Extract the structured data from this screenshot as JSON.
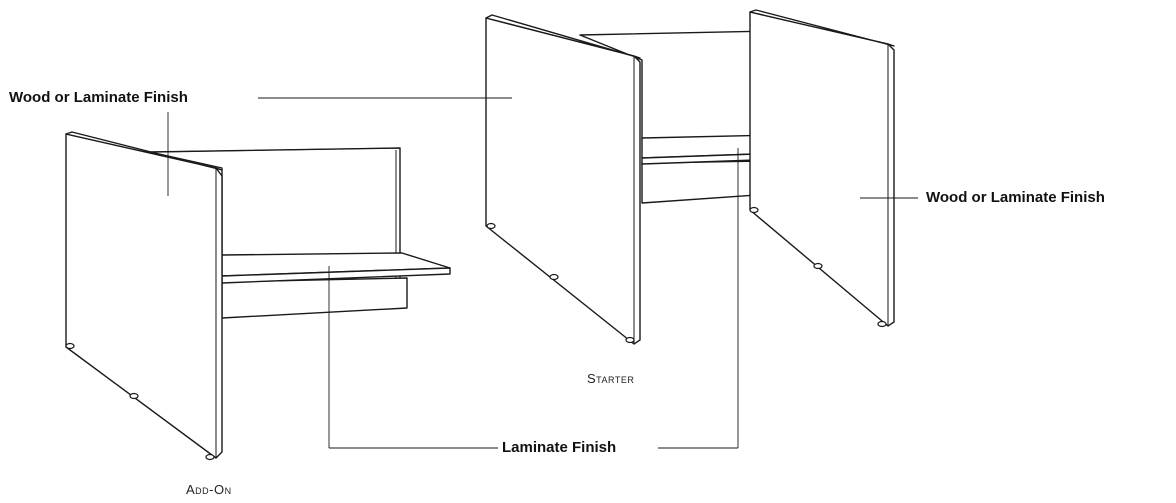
{
  "labels": {
    "finish_left": "Wood or Laminate Finish",
    "finish_right": "Wood or Laminate Finish",
    "laminate": "Laminate Finish"
  },
  "captions": {
    "add_on": "Add-On",
    "starter": "Starter"
  },
  "colors": {
    "stroke": "#1a1a1a",
    "background": "#ffffff"
  }
}
